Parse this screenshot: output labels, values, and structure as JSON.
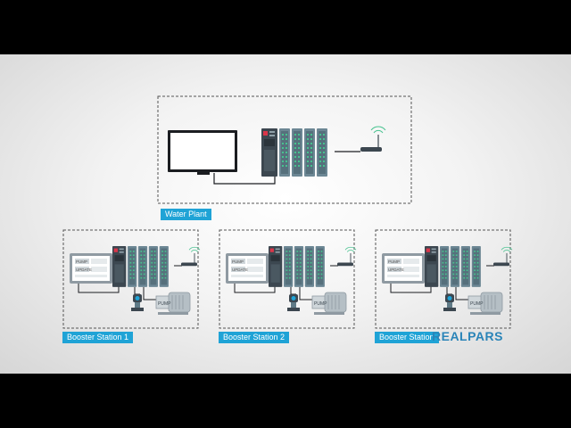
{
  "diagram": {
    "water_plant_label": "Water Plant",
    "stations": [
      {
        "label": "Booster Station 1"
      },
      {
        "label": "Booster Station 2"
      },
      {
        "label": "Booster Station"
      }
    ],
    "pump_text": "PUMP",
    "hmi_rows": [
      "PUMP",
      "UPDATE"
    ],
    "brand": "REALPARS",
    "colors": {
      "accent": "#1fa3d6",
      "plc_dark": "#3c4750",
      "plc_module": "#5f7a86",
      "led_green": "#47c28f",
      "led_red": "#d9364a",
      "monitor": "#1b1d21"
    }
  }
}
